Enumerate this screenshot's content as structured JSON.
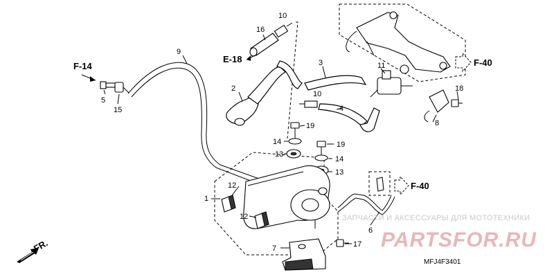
{
  "callouts": [
    "1",
    "2",
    "3",
    "4",
    "5",
    "6",
    "7",
    "8",
    "9",
    "10",
    "10",
    "11",
    "12",
    "12",
    "13",
    "13",
    "14",
    "14",
    "15",
    "16",
    "17",
    "18",
    "19",
    "19"
  ],
  "refs": {
    "f14": "F-14",
    "e18": "E-18",
    "f40_top": "F-40",
    "f40_mid": "F-40"
  },
  "diagram_code": "MFJ4F3401",
  "direction_label": "FR.",
  "watermark": {
    "tagline": "ЗАПЧАСТИ И АКСЕССУАРЫ ДЛЯ МОТОТЕХНИКИ",
    "brand": "PARTSFOR.RU"
  }
}
